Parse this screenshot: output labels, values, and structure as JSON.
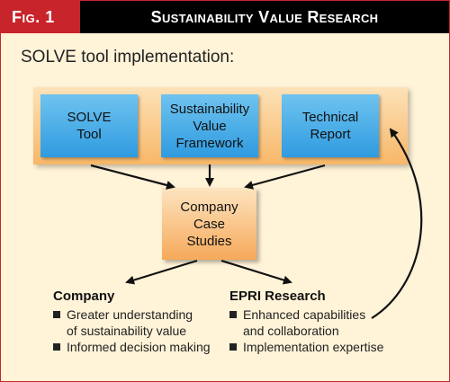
{
  "header": {
    "fig_label": "Fig. 1",
    "title": "Sustainability Value Research"
  },
  "subtitle": "SOLVE tool implementation:",
  "top_boxes": [
    {
      "label": "SOLVE\nTool"
    },
    {
      "label": "Sustainability\nValue\nFramework"
    },
    {
      "label": "Technical\nReport"
    }
  ],
  "center_box": {
    "label": "Company\nCase\nStudies"
  },
  "outcomes": [
    {
      "heading": "Company",
      "bullets": [
        "Greater understanding\nof sustainability value",
        "Informed decision making"
      ]
    },
    {
      "heading": "EPRI Research",
      "bullets": [
        "Enhanced capabilities\nand collaboration",
        "Implementation expertise"
      ]
    }
  ],
  "colors": {
    "accent_red": "#c8242b",
    "title_bar": "#000000",
    "background": "#fff3d8",
    "box_blue": "#2f9be0",
    "box_orange": "#f6a95a"
  }
}
